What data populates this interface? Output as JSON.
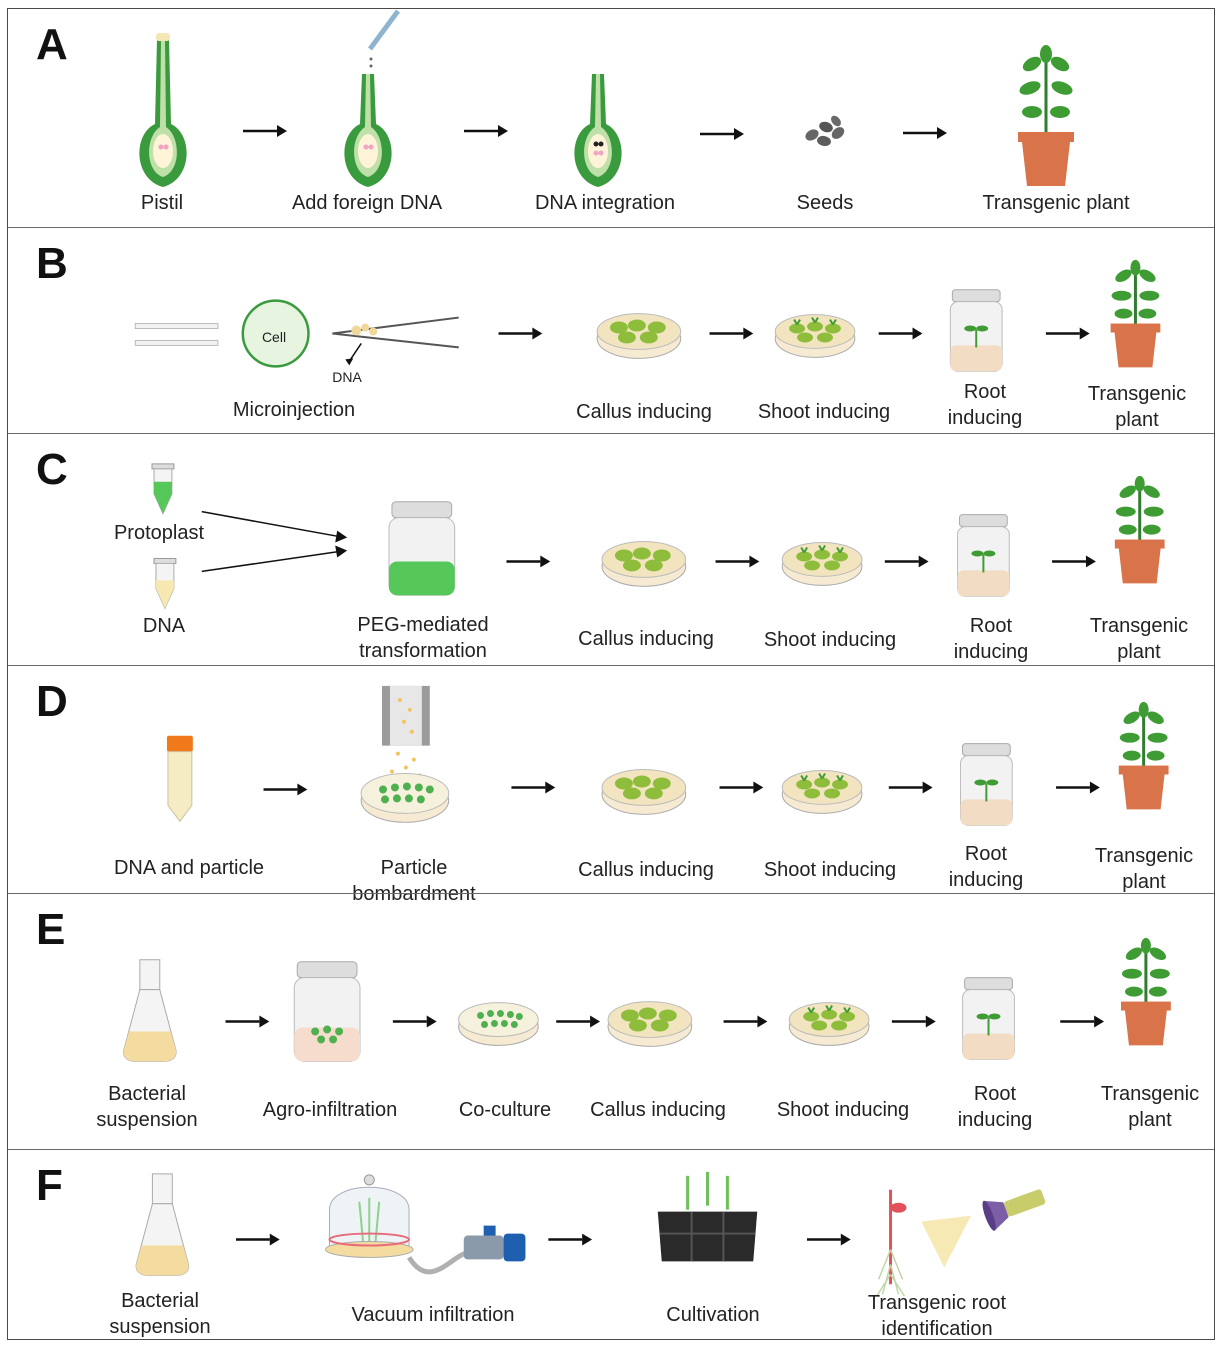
{
  "colors": {
    "stem_green": "#3a9a3e",
    "light_green": "#bfe0a8",
    "callus_green": "#8dbd3a",
    "pot": "#d9734a",
    "medium": "#f3dcc4",
    "orange_cap": "#f07a1a"
  },
  "panels": [
    {
      "letter": "A",
      "labels": [
        "Pistil",
        "Add foreign DNA",
        "DNA integration",
        "Seeds",
        "Transgenic plant"
      ]
    },
    {
      "letter": "B",
      "cell_label": "Cell",
      "dna_label": "DNA",
      "labels": [
        "Microinjection",
        "Callus inducing",
        "Shoot inducing",
        "Root\ninducing",
        "Transgenic\nplant"
      ]
    },
    {
      "letter": "C",
      "labels": [
        "Protoplast",
        "DNA",
        "PEG-mediated\ntransformation",
        "Callus inducing",
        "Shoot inducing",
        "Root\ninducing",
        "Transgenic\nplant"
      ]
    },
    {
      "letter": "D",
      "labels": [
        "DNA and particle",
        "Particle\nbombardment",
        "Callus inducing",
        "Shoot inducing",
        "Root\ninducing",
        "Transgenic\nplant"
      ]
    },
    {
      "letter": "E",
      "labels": [
        "Bacterial\nsuspension",
        "Agro-infiltration",
        "Co-culture",
        "Callus inducing",
        "Shoot inducing",
        "Root\ninducing",
        "Transgenic\nplant"
      ]
    },
    {
      "letter": "F",
      "labels": [
        "Bacterial\nsuspension",
        "Vacuum infiltration",
        "Cultivation",
        "Transgenic root\nidentification"
      ]
    }
  ]
}
